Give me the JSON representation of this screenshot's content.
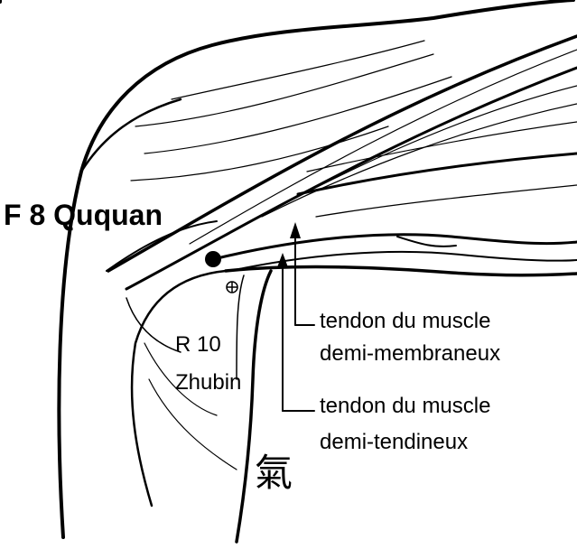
{
  "diagram": {
    "points": [
      {
        "code": "F 8",
        "name": "Ququan",
        "marker": "filled-dot"
      },
      {
        "code": "R 10",
        "name": "Zhubin",
        "marker": "crossed-circle"
      }
    ],
    "callouts": [
      {
        "line1": "tendon du muscle",
        "line2": "demi-membraneux"
      },
      {
        "line1": "tendon du muscle",
        "line2": "demi-tendineux"
      }
    ],
    "glyph": "氣",
    "colors": {
      "ink": "#000000",
      "paper": "#ffffff"
    }
  }
}
